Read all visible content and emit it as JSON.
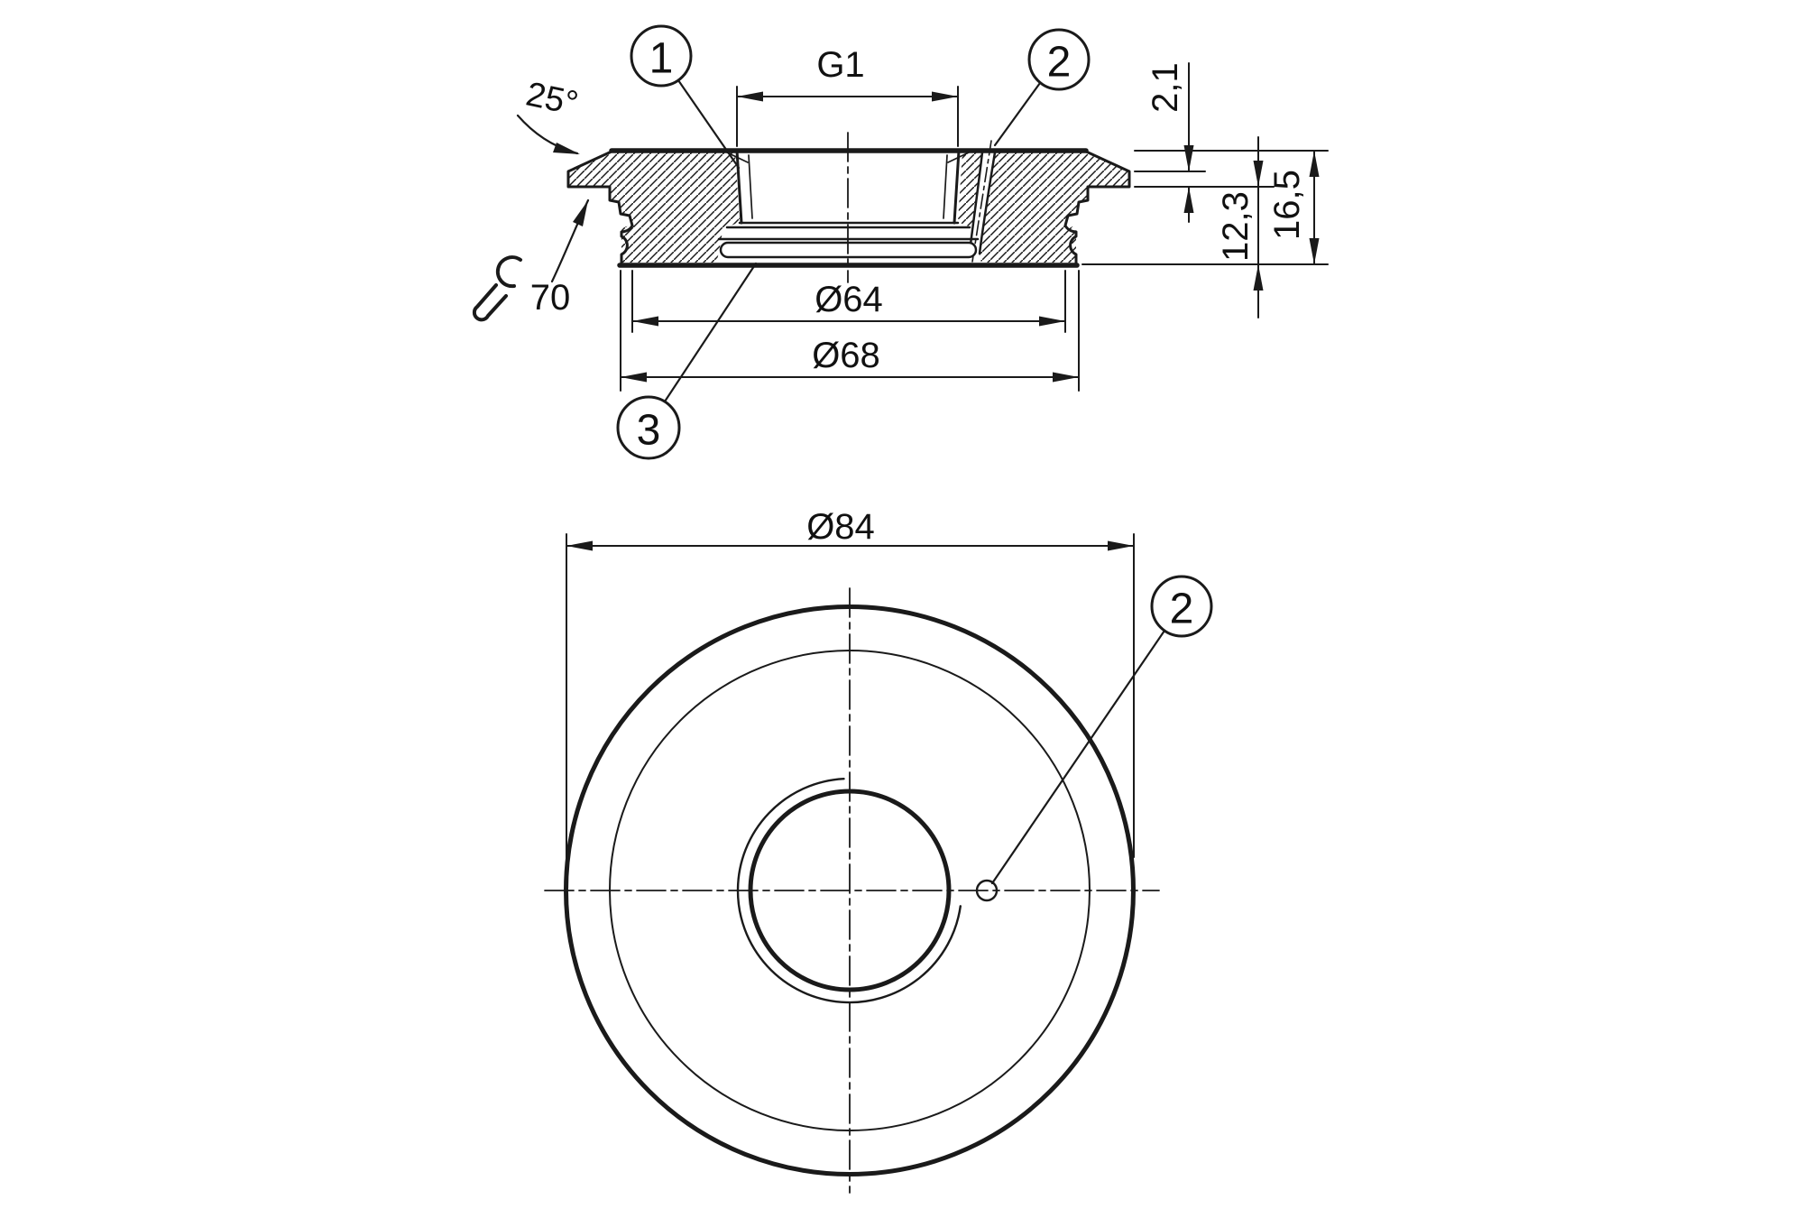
{
  "page": {
    "background": "#ffffff",
    "line_color": "#1a1a1a",
    "text_color": "#111111"
  },
  "section_view": {
    "labels": {
      "thread": "G1",
      "angle": "25°",
      "wrench_size": "70",
      "dia64": "Ø64",
      "dia68": "Ø68",
      "lip_height": "2,1",
      "inner_height": "12,3",
      "total_height": "16,5"
    },
    "callouts": {
      "one": "1",
      "two": "2",
      "three": "3"
    }
  },
  "plan_view": {
    "labels": {
      "dia84": "Ø84"
    },
    "callouts": {
      "two": "2"
    }
  }
}
